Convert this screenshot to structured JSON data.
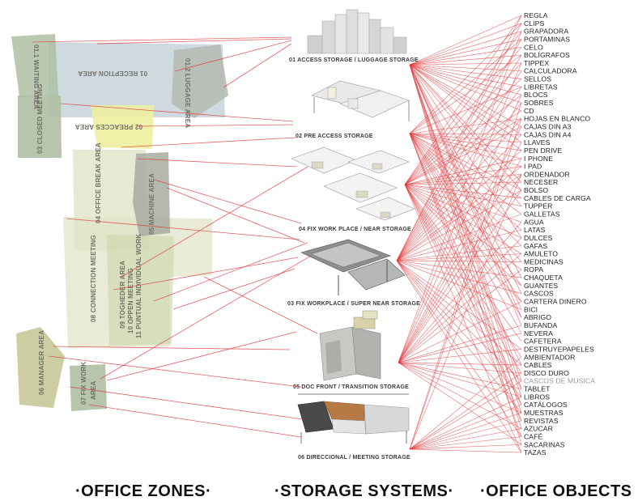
{
  "zones": [
    {
      "id": "z011",
      "label": "01.1 WAITING AREA"
    },
    {
      "id": "z01",
      "label": "01 RECEPTION AREA"
    },
    {
      "id": "z012",
      "label": "01.2 LUGGAGE AREA"
    },
    {
      "id": "z02",
      "label": "02 PREACCES AREA"
    },
    {
      "id": "z03",
      "label": "03 CLOSED MEETING"
    },
    {
      "id": "z04",
      "label": "04 OFFICE BREAK AREA"
    },
    {
      "id": "z05",
      "label": "05 MACHINE AREA"
    },
    {
      "id": "z08",
      "label": "08 CONNECTION MEETING"
    },
    {
      "id": "z09",
      "label": "09 TOGHEDER AREA"
    },
    {
      "id": "z10",
      "label": "10 OPPEN MEETING"
    },
    {
      "id": "z11",
      "label": "11 PUNTUAL INDIVIDUAL WORK"
    },
    {
      "id": "z06",
      "label": "06 MANAGER AREA"
    },
    {
      "id": "z07a",
      "label": "07 FIX WORK"
    },
    {
      "id": "z07b",
      "label": "AREA"
    }
  ],
  "storage": [
    {
      "id": "s1",
      "label": "01 ACCESS  STORAGE / LUGGAGE STORAGE"
    },
    {
      "id": "s2",
      "label": "02 PRE ACCESS STORAGE"
    },
    {
      "id": "s3",
      "label": "04 FIX WORK PLACE / NEAR STORAGE"
    },
    {
      "id": "s4",
      "label": "03 FIX WORKPLACE / SUPER NEAR STORAGE"
    },
    {
      "id": "s5",
      "label": "05 DOC FRONT / TRANSITION STORAGE"
    },
    {
      "id": "s6",
      "label": "06 DIRECCIONAL / MEETING STORAGE"
    }
  ],
  "objects": [
    "REGLA",
    "CLIPS",
    "GRAPADORA",
    "PORTAMINAS",
    "CELO",
    "BOLÍGRAFOS",
    "TIPPEX",
    "CALCULADORA",
    "SELLOS",
    "LIBRETAS",
    "BLOCS",
    "SOBRES",
    "CD",
    "HOJAS EN BLANCO",
    "CAJAS DIN A3",
    "CAJAS DIN A4",
    "LLAVES",
    "PEN DRIVE",
    "I PHONE",
    "I PAD",
    "ORDENADOR",
    "NECESER",
    "BOLSO",
    "CABLES DE CARGA",
    "TUPPER",
    "GALLETAS",
    "AGUA",
    "LATAS",
    "DULCES",
    "GAFAS",
    "AMULETO",
    "MEDICINAS",
    "ROPA",
    "CHAQUETA",
    "GUANTES",
    "CASCOS",
    "CARTERA DINERO",
    "BICI",
    "ABRIGO",
    "BUFANDA",
    "NEVERA",
    "CAFETERA",
    "DESTRUYEPAPELES",
    "AMBIENTADOR",
    "CABLES",
    "DISCO DURO",
    "CASCOS DE MUSICA",
    "TABLET",
    "LIBROS",
    "CATÁLOGOS",
    "MUESTRAS",
    "REVISTAS",
    "AZUCAR",
    "CAFÉ",
    "SACARINAS",
    "TAZAS"
  ],
  "highlighted_object": "CASCOS DE MUSICA",
  "footer": {
    "zones": "·OFFICE ZONES·",
    "storage": "·STORAGE SYSTEMS·",
    "objects": "·OFFICE OBJECTS"
  },
  "colors": {
    "link_line": "#e0383b",
    "zone_green": "#c6d3a8",
    "zone_sage": "#aebfa2",
    "zone_blue": "#c9d6dd",
    "zone_gray": "#b4b8b0",
    "zone_yellow": "#eeeea0",
    "zone_cream": "#dfe3c4",
    "zone_olive": "#c8c89a"
  }
}
